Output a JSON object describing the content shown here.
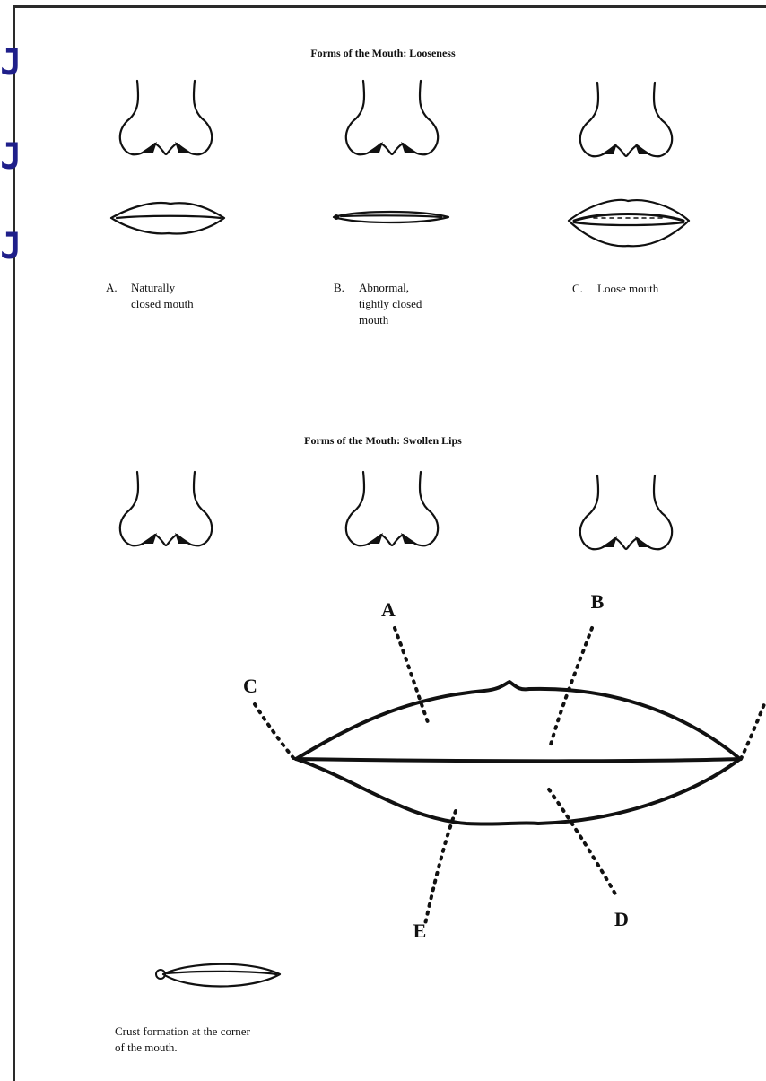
{
  "side_glyphs": [
    "J",
    "J",
    "J"
  ],
  "section1": {
    "title": "Forms of the Mouth: Looseness",
    "captions": [
      {
        "letter": "A.",
        "lines": [
          "Naturally",
          "closed mouth"
        ]
      },
      {
        "letter": "B.",
        "lines": [
          "Abnormal,",
          "tightly closed",
          "mouth"
        ]
      },
      {
        "letter": "C.",
        "lines": [
          "Loose mouth"
        ]
      }
    ]
  },
  "section2": {
    "title": "Forms of the Mouth: Swollen Lips",
    "labels": {
      "A": "A",
      "B": "B",
      "C": "C",
      "D": "D",
      "E": "E"
    }
  },
  "footer_caption": [
    "Crust formation at the corner",
    "of the mouth."
  ]
}
